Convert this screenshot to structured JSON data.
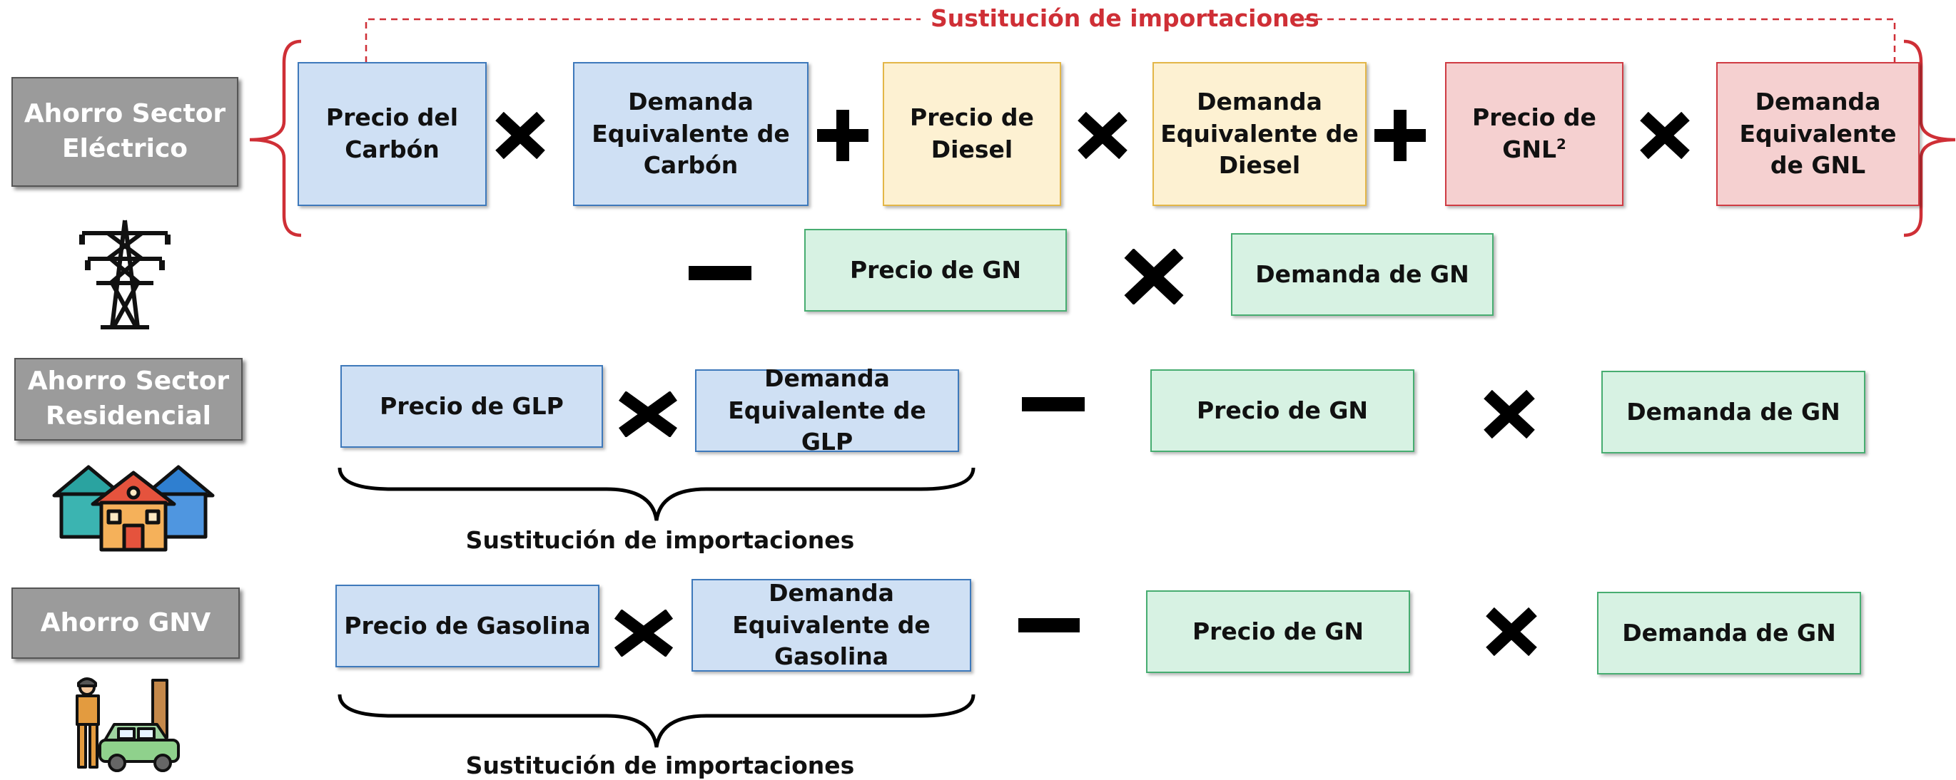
{
  "colors": {
    "label_bg": "#9b9b9b",
    "blue_fill": "#cfe0f4",
    "blue_border": "#3e79bb",
    "yellow_fill": "#fdf1d2",
    "yellow_border": "#e3b648",
    "red_fill": "#f5d0d0",
    "red_border": "#cf3b43",
    "green_fill": "#d7f2e3",
    "green_border": "#47ad71",
    "accent_red": "#cf2f36"
  },
  "electric": {
    "label_line1": "Ahorro Sector",
    "label_line2": "Eléctrico",
    "bracket_caption": "Sustitución de importaciones",
    "coal_price": [
      "Precio del",
      "Carbón"
    ],
    "coal_demand": [
      "Demanda",
      "Equivalente de",
      "Carbón"
    ],
    "diesel_price": [
      "Precio de",
      "Diesel"
    ],
    "diesel_demand": [
      "Demanda",
      "Equivalente de",
      "Diesel"
    ],
    "gnl_price_line1": "Precio de",
    "gnl_price_line2": "GNL",
    "gnl_price_sup": "2",
    "gnl_demand": [
      "Demanda",
      "Equivalente",
      "de GNL"
    ],
    "gn_price": "Precio de GN",
    "gn_demand": "Demanda de GN",
    "icon": "power-tower-icon"
  },
  "residential": {
    "label_line1": "Ahorro Sector",
    "label_line2": "Residencial",
    "glp_price": "Precio de GLP",
    "glp_demand": [
      "Demanda",
      "Equivalente de GLP"
    ],
    "gn_price": "Precio de GN",
    "gn_demand": "Demanda de GN",
    "brace_caption": "Sustitución de importaciones",
    "icon": "houses-icon"
  },
  "gnv": {
    "label": "Ahorro GNV",
    "gasoline_price": "Precio de Gasolina",
    "gasoline_demand": [
      "Demanda",
      "Equivalente de",
      "Gasolina"
    ],
    "gn_price": "Precio de GN",
    "gn_demand": "Demanda de GN",
    "brace_caption": "Sustitución de importaciones",
    "icon": "gas-station-car-icon"
  }
}
